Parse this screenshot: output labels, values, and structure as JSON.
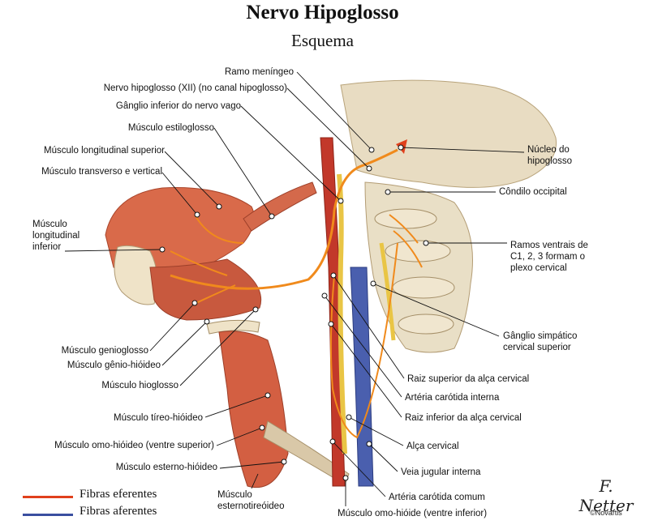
{
  "title": "Nervo Hipoglosso",
  "subtitle": "Esquema",
  "labels_left": {
    "ramo_meningeo": "Ramo meníngeo",
    "nervo_hipoglosso": "Nervo hipoglosso (XII) (no canal hipoglosso)",
    "ganglio_inferior": "Gânglio inferior do nervo vago",
    "estiloglosso": "Músculo estiloglosso",
    "long_superior": "Músculo longitudinal superior",
    "transverso": "Músculo transverso e vertical",
    "long_inferior": "Músculo\nlongitudinal\ninferior",
    "genioglosso": "Músculo genioglosso",
    "genio_hioideo": "Músculo gênio-hióideo",
    "hioglosso": "Músculo hioglosso",
    "tireo_hioideo": "Músculo tíreo-hióideo",
    "omo_superior": "Músculo omo-hióideo (ventre superior)",
    "esterno_hioideo": "Músculo esterno-hióideo",
    "esternotireoideo": "Músculo\nesternotireóideo"
  },
  "labels_right": {
    "nucleo": "Núcleo do\nhipoglosso",
    "condilo": "Côndilo occipital",
    "ramos_ventrais": "Ramos ventrais de\nC1, 2, 3 formam o\nplexo cervical",
    "ganglio_simpatico": "Gânglio simpático\ncervical superior",
    "raiz_superior": "Raiz superior da alça cervical",
    "carotida_interna": "Artéria carótida interna",
    "raiz_inferior": "Raiz inferior da alça cervical",
    "alca_cervical": "Alça cervical",
    "veia_jugular": "Veia jugular interna",
    "carotida_comum": "Artéria carótida comum",
    "omo_inferior": "Músculo omo-hióide (ventre inferior)"
  },
  "legend": {
    "efferent": {
      "label": "Fibras eferentes",
      "color": "#e0401c"
    },
    "afferent": {
      "label": "Fibras aferentes",
      "color": "#3a4fa0"
    }
  },
  "signature": "F. Netter",
  "copyright": "©Novartis"
}
